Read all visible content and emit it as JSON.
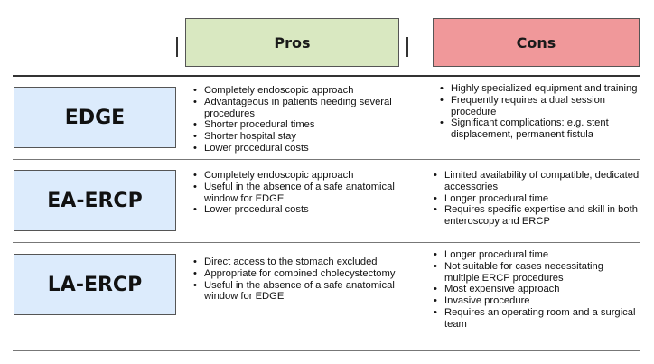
{
  "header": {
    "pros": "Pros",
    "cons": "Cons"
  },
  "rows": [
    {
      "name": "EDGE",
      "pros": [
        "Completely endoscopic approach",
        "Advantageous in patients needing several procedures",
        "Shorter procedural times",
        "Shorter hospital stay",
        "Lower procedural costs"
      ],
      "cons": [
        "Highly specialized equipment and training",
        "Frequently requires a dual session procedure",
        "Significant complications: e.g. stent displacement, permanent fistula"
      ]
    },
    {
      "name": "EA-ERCP",
      "pros": [
        "Completely endoscopic approach",
        "Useful in the absence of a safe anatomical window for EDGE",
        "Lower procedural costs"
      ],
      "cons": [
        "Limited availability of compatible, dedicated accessories",
        "Longer procedural time",
        "Requires specific expertise and skill in both enteroscopy and ERCP"
      ]
    },
    {
      "name": "LA-ERCP",
      "pros": [
        "Direct access to the stomach excluded",
        "Appropriate for combined cholecystectomy",
        "Useful in the absence of a safe anatomical window for EDGE"
      ],
      "cons": [
        "Longer procedural time",
        "Not suitable for cases necessitating multiple ERCP procedures",
        "Most expensive approach",
        "Invasive procedure",
        "Requires an operating room and a surgical team"
      ]
    }
  ]
}
